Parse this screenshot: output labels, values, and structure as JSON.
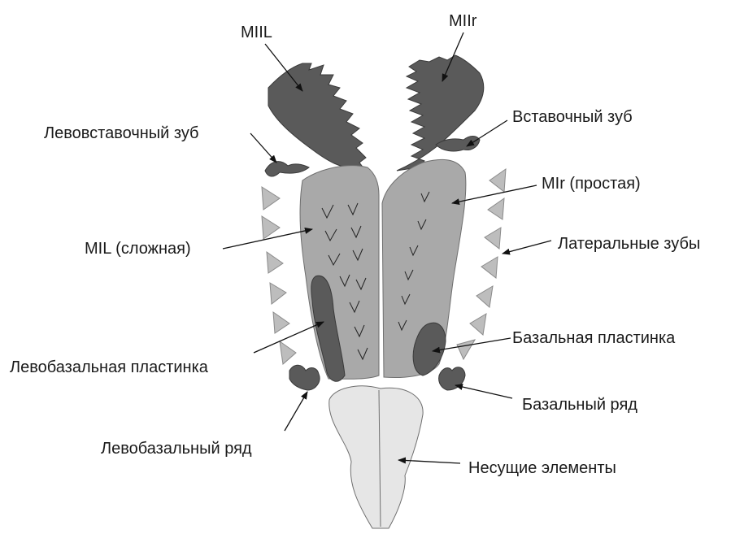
{
  "labels": {
    "miil": "MIIL",
    "miir": "MIIr",
    "left_insert_tooth": "Левовставочный зуб",
    "insert_tooth": "Вставочный зуб",
    "mir_simple": "MIr (простая)",
    "mil_complex": "MIL (сложная)",
    "lateral_teeth": "Латеральные зубы",
    "basal_plate": "Базальная пластинка",
    "left_basal_plate": "Левобазальная пластинка",
    "basal_row": "Базальный ряд",
    "left_basal_row": "Левобазальный ряд",
    "carrier_elements": "Несущие элементы"
  },
  "colors": {
    "dark": "#5a5a5a",
    "medium": "#a9a9a9",
    "triangles": "#bdbdbd",
    "light": "#e6e6e6"
  }
}
